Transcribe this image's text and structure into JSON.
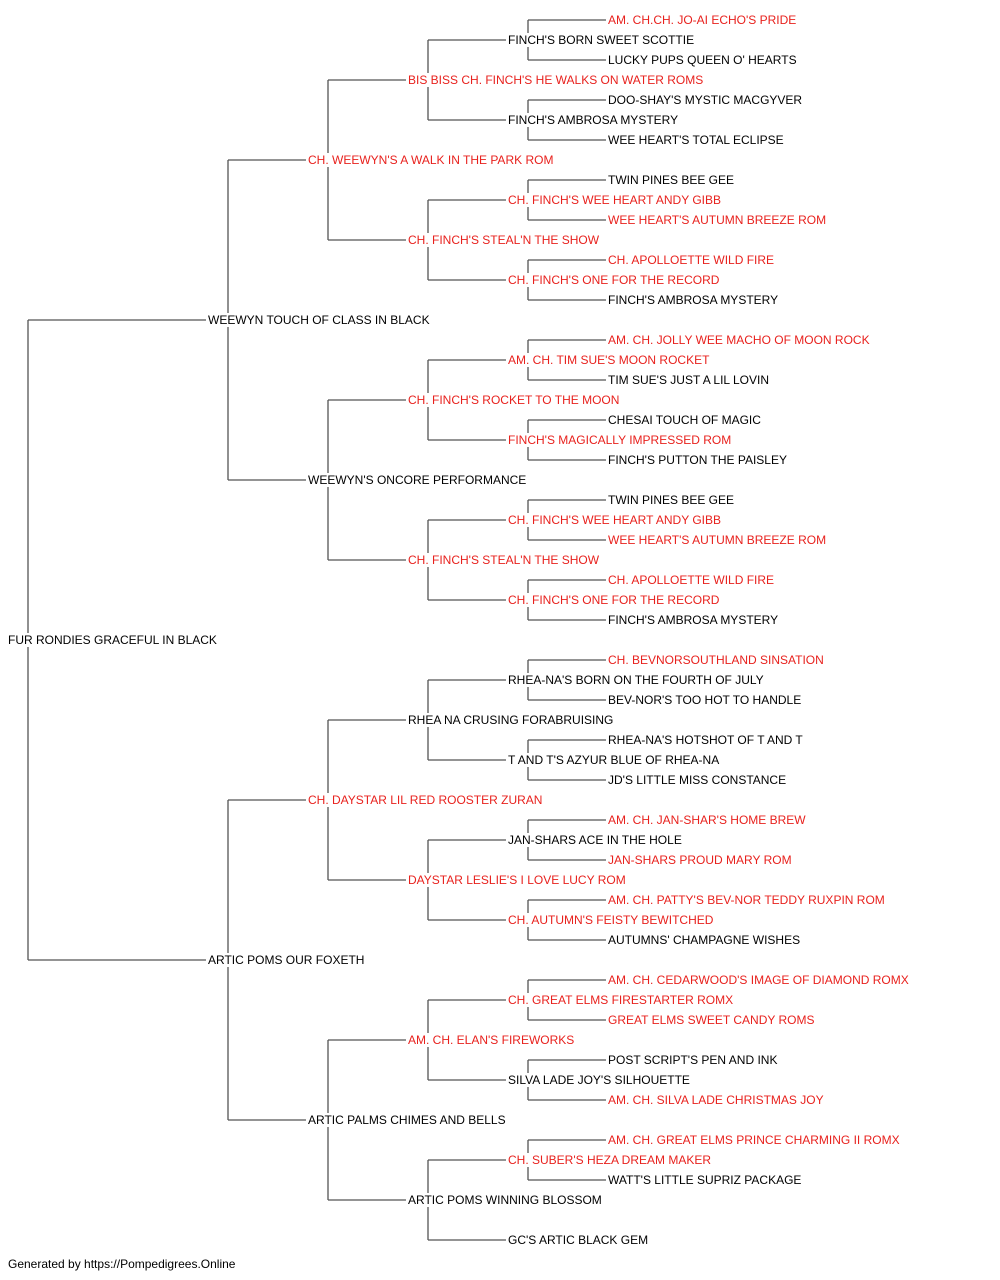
{
  "colors": {
    "titled": "#e8211d",
    "normal": "#000000",
    "connector": "#555555"
  },
  "footer": {
    "text": "Generated by https://Pompedigrees.Online"
  },
  "pedigree": {
    "name": "FUR RONDIES GRACEFUL IN BLACK",
    "titled": false,
    "sire": {
      "name": "WEEWYN TOUCH OF CLASS IN BLACK",
      "titled": false,
      "sire": {
        "name": "CH. WEEWYN'S A WALK IN THE PARK ROM",
        "titled": true,
        "sire": {
          "name": "BIS BISS CH. FINCH'S HE WALKS ON WATER ROMS",
          "titled": true,
          "sire": {
            "name": "FINCH'S BORN SWEET SCOTTIE",
            "titled": false,
            "sire": {
              "name": "AM. CH.CH. JO-AI ECHO'S PRIDE",
              "titled": true
            },
            "dam": {
              "name": "LUCKY PUPS QUEEN O' HEARTS",
              "titled": false
            }
          },
          "dam": {
            "name": "FINCH'S AMBROSA MYSTERY",
            "titled": false,
            "sire": {
              "name": "DOO-SHAY'S MYSTIC MACGYVER",
              "titled": false
            },
            "dam": {
              "name": "WEE HEART'S TOTAL ECLIPSE",
              "titled": false
            }
          }
        },
        "dam": {
          "name": "CH. FINCH'S STEAL'N THE SHOW",
          "titled": true,
          "sire": {
            "name": "CH. FINCH'S WEE HEART ANDY GIBB",
            "titled": true,
            "sire": {
              "name": "TWIN PINES BEE GEE",
              "titled": false
            },
            "dam": {
              "name": "WEE HEART'S AUTUMN BREEZE ROM",
              "titled": true
            }
          },
          "dam": {
            "name": "CH. FINCH'S ONE FOR THE RECORD",
            "titled": true,
            "sire": {
              "name": "CH. APOLLOETTE WILD FIRE",
              "titled": true
            },
            "dam": {
              "name": "FINCH'S AMBROSA MYSTERY",
              "titled": false
            }
          }
        }
      },
      "dam": {
        "name": "WEEWYN'S ONCORE PERFORMANCE",
        "titled": false,
        "sire": {
          "name": "CH. FINCH'S ROCKET TO THE MOON",
          "titled": true,
          "sire": {
            "name": "AM. CH. TIM SUE'S MOON ROCKET",
            "titled": true,
            "sire": {
              "name": "AM. CH. JOLLY WEE MACHO OF MOON ROCK",
              "titled": true
            },
            "dam": {
              "name": "TIM SUE'S JUST A LIL LOVIN",
              "titled": false
            }
          },
          "dam": {
            "name": "FINCH'S MAGICALLY IMPRESSED ROM",
            "titled": true,
            "sire": {
              "name": "CHESAI TOUCH OF MAGIC",
              "titled": false
            },
            "dam": {
              "name": "FINCH'S PUTTON THE PAISLEY",
              "titled": false
            }
          }
        },
        "dam": {
          "name": "CH. FINCH'S STEAL'N THE SHOW",
          "titled": true,
          "sire": {
            "name": "CH. FINCH'S WEE HEART ANDY GIBB",
            "titled": true,
            "sire": {
              "name": "TWIN PINES BEE GEE",
              "titled": false
            },
            "dam": {
              "name": "WEE HEART'S AUTUMN BREEZE ROM",
              "titled": true
            }
          },
          "dam": {
            "name": "CH. FINCH'S ONE FOR THE RECORD",
            "titled": true,
            "sire": {
              "name": "CH. APOLLOETTE WILD FIRE",
              "titled": true
            },
            "dam": {
              "name": "FINCH'S AMBROSA MYSTERY",
              "titled": false
            }
          }
        }
      }
    },
    "dam": {
      "name": "ARTIC POMS OUR FOXETH",
      "titled": false,
      "sire": {
        "name": "CH. DAYSTAR LIL RED ROOSTER ZURAN",
        "titled": true,
        "sire": {
          "name": "RHEA NA CRUSING FORABRUISING",
          "titled": false,
          "sire": {
            "name": "RHEA-NA'S BORN ON THE FOURTH OF JULY",
            "titled": false,
            "sire": {
              "name": "CH. BEVNORSOUTHLAND SINSATION",
              "titled": true
            },
            "dam": {
              "name": "BEV-NOR'S TOO HOT TO HANDLE",
              "titled": false
            }
          },
          "dam": {
            "name": "T AND T'S AZYUR BLUE OF RHEA-NA",
            "titled": false,
            "sire": {
              "name": "RHEA-NA'S HOTSHOT OF T AND T",
              "titled": false
            },
            "dam": {
              "name": "JD'S LITTLE MISS CONSTANCE",
              "titled": false
            }
          }
        },
        "dam": {
          "name": "DAYSTAR LESLIE'S I LOVE LUCY ROM",
          "titled": true,
          "sire": {
            "name": "JAN-SHARS ACE IN THE HOLE",
            "titled": false,
            "sire": {
              "name": "AM. CH. JAN-SHAR'S HOME BREW",
              "titled": true
            },
            "dam": {
              "name": "JAN-SHARS PROUD MARY ROM",
              "titled": true
            }
          },
          "dam": {
            "name": "CH. AUTUMN'S FEISTY BEWITCHED",
            "titled": true,
            "sire": {
              "name": "AM. CH. PATTY'S BEV-NOR TEDDY RUXPIN ROM",
              "titled": true
            },
            "dam": {
              "name": "AUTUMNS' CHAMPAGNE WISHES",
              "titled": false
            }
          }
        }
      },
      "dam": {
        "name": "ARTIC PALMS CHIMES AND BELLS",
        "titled": false,
        "sire": {
          "name": "AM. CH. ELAN'S FIREWORKS",
          "titled": true,
          "sire": {
            "name": "CH. GREAT ELMS FIRESTARTER ROMX",
            "titled": true,
            "sire": {
              "name": "AM. CH. CEDARWOOD'S IMAGE OF DIAMOND ROMX",
              "titled": true
            },
            "dam": {
              "name": "GREAT ELMS SWEET CANDY ROMS",
              "titled": true
            }
          },
          "dam": {
            "name": "SILVA LADE JOY'S SILHOUETTE",
            "titled": false,
            "sire": {
              "name": "POST SCRIPT'S PEN AND INK",
              "titled": false
            },
            "dam": {
              "name": "AM. CH. SILVA LADE CHRISTMAS JOY",
              "titled": true
            }
          }
        },
        "dam": {
          "name": "ARTIC POMS WINNING BLOSSOM",
          "titled": false,
          "sire": {
            "name": "CH. SUBER'S HEZA DREAM MAKER",
            "titled": true,
            "sire": {
              "name": "AM. CH. GREAT ELMS PRINCE CHARMING II ROMX",
              "titled": true
            },
            "dam": {
              "name": "WATT'S LITTLE SUPRIZ PACKAGE",
              "titled": false
            }
          },
          "dam": {
            "name": "GC'S ARTIC BLACK GEM",
            "titled": false
          }
        }
      }
    }
  }
}
